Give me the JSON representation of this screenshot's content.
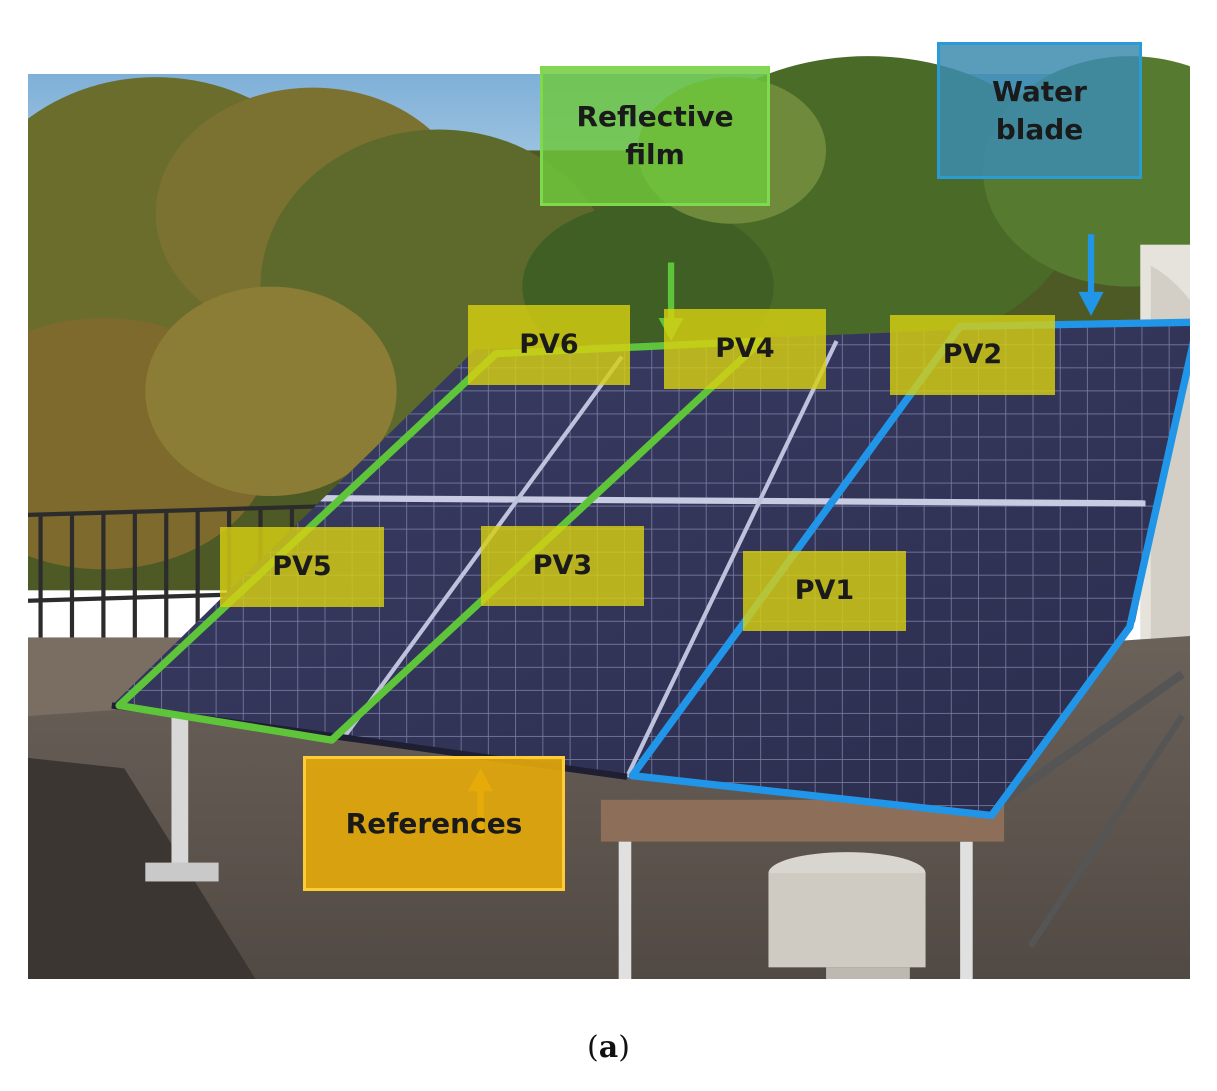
{
  "callouts": {
    "reflective_film": "Reflective film",
    "water_blade": "Water blade",
    "references": "References"
  },
  "panels": [
    "PV1",
    "PV2",
    "PV3",
    "PV4",
    "PV5",
    "PV6"
  ],
  "caption": {
    "open": "(",
    "letter": "a",
    "close": ")"
  },
  "colors": {
    "reflective_film_outline": "#5ec53a",
    "water_blade_outline": "#2196e8",
    "references_arrow": "#f0b400",
    "pv_label_fill": "#d6ce12"
  }
}
